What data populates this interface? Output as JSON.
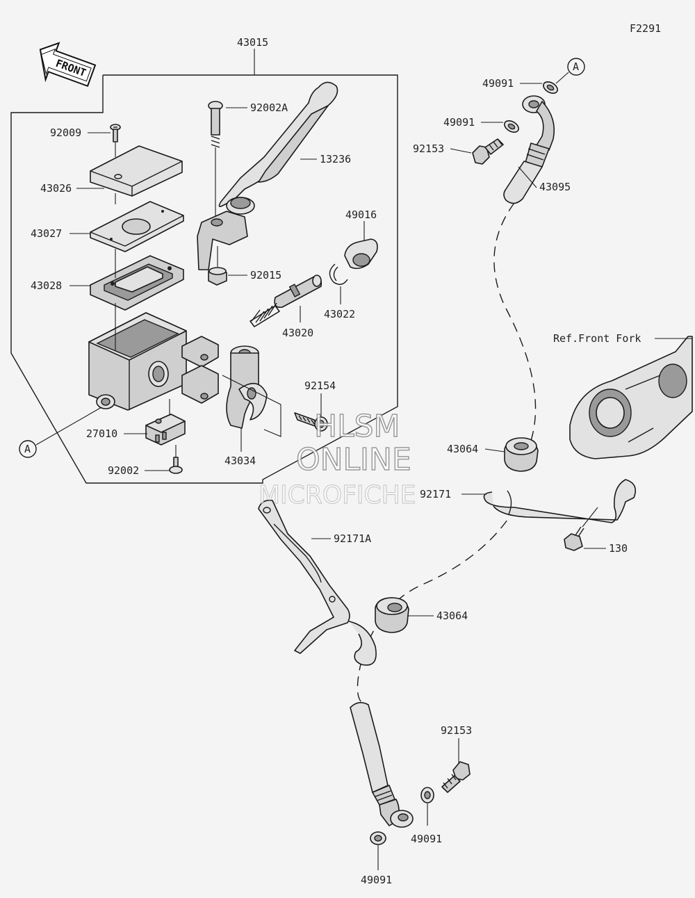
{
  "figure_id": "F2291",
  "front_arrow_label": "FRONT",
  "ref_label": "Ref.Front Fork",
  "callout_marker": "A",
  "watermark": {
    "line1": "HLSM",
    "line2": "ONLINE",
    "line3": "MICROFICHE"
  },
  "parts": {
    "p43015": "43015",
    "p92002A": "92002A",
    "p13236": "13236",
    "p92009": "92009",
    "p43026": "43026",
    "p43027": "43027",
    "p43028": "43028",
    "p49016": "49016",
    "p92015": "92015",
    "p43022": "43022",
    "p43020": "43020",
    "p92154": "92154",
    "p27010": "27010",
    "p43034": "43034",
    "p92002": "92002",
    "p49091_a": "49091",
    "p49091_b": "49091",
    "p92153_a": "92153",
    "p43095": "43095",
    "p43064_a": "43064",
    "p92171": "92171",
    "p130": "130",
    "p92171A": "92171A",
    "p43064_b": "43064",
    "p92153_b": "92153",
    "p49091_c": "49091",
    "p49091_d": "49091"
  }
}
